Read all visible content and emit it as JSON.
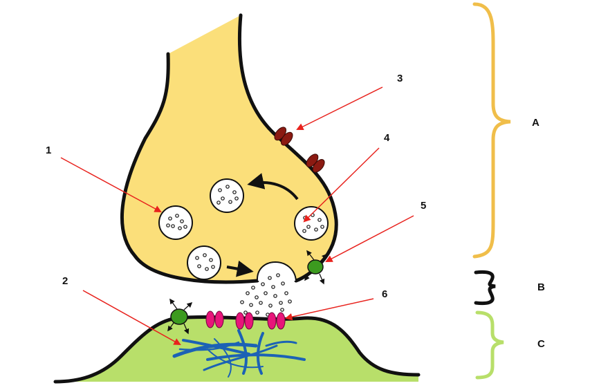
{
  "title": "Chemical synapse diagram",
  "labels": {
    "n1": "1",
    "n2": "2",
    "n3": "3",
    "n4": "4",
    "n5": "5",
    "n6": "6",
    "a": "A",
    "b": "B",
    "c": "C"
  },
  "colors": {
    "presynaptic_fill": "#FBDF7A",
    "postsynaptic_fill": "#B8DF6A",
    "outline": "#111111",
    "pointer_arrow": "#E8221D",
    "receptor_dark_red": "#8B1A12",
    "ion_channel_magenta": "#E8157A",
    "transporter_green": "#3C9A1F",
    "cytoskeleton_blue": "#1C62B5",
    "brace_a": "#F0BE4A",
    "brace_b": "#111111",
    "brace_c": "#B8DF6A"
  }
}
